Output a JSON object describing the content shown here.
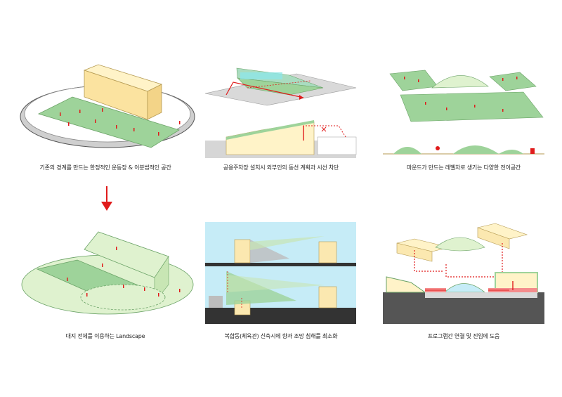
{
  "captions": {
    "p1": "기존의 경계를 만드는 한정적인 운동장 & 이분법적인 공간",
    "p2": "공용주차장 설치시 외부인의 동선 계획과 시선 차단",
    "p3": "마운드가 만드는 레벨차로 생기는 다양한 전이공간",
    "p4": "대지 전체를 이용하는 Landscape",
    "p5": "복합동(체육관) 신축시에 향과 조망 침해를 최소화",
    "p6": "프로그램간 연결 및 진입에 도움"
  },
  "colors": {
    "field_green": "#9ed39a",
    "light_green": "#dff2cf",
    "building_yellow": "#fbe8b0",
    "arrow_red": "#e01b1b",
    "sky_blue": "#c6ecf7",
    "ground_dark": "#333333",
    "ground_gray": "#bdbdbd"
  }
}
